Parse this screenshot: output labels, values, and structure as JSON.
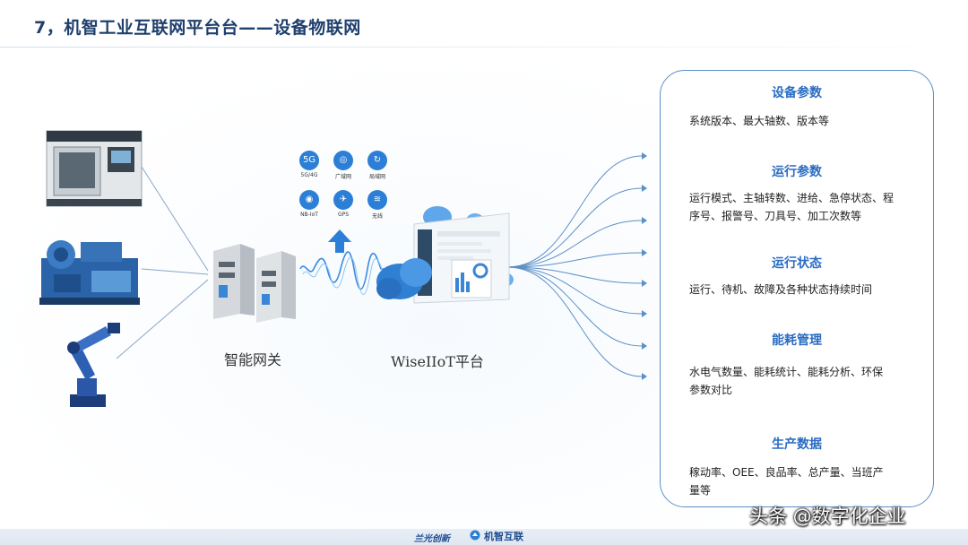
{
  "slide": {
    "title": "7，机智工业互联网平台台——设备物联网"
  },
  "diagram": {
    "gateway_label": "智能网关",
    "platform_label": "WiseIIoT平台",
    "network_options": [
      {
        "label": "5G/4G",
        "icon": "cellular-icon",
        "glyph": "5G"
      },
      {
        "label": "广域网",
        "icon": "globe-icon",
        "glyph": "◎"
      },
      {
        "label": "局域网",
        "icon": "lan-icon",
        "glyph": "↻"
      },
      {
        "label": "NB-IoT",
        "icon": "nbiot-icon",
        "glyph": "◉"
      },
      {
        "label": "GPS",
        "icon": "satellite-icon",
        "glyph": "✈"
      },
      {
        "label": "无线",
        "icon": "wifi-icon",
        "glyph": "≋"
      }
    ],
    "machines": [
      "cnc-machine",
      "compressor",
      "industrial-robot"
    ]
  },
  "panel": {
    "sections": [
      {
        "title": "设备参数",
        "text": [
          "系统版本、最大轴数、版本等"
        ]
      },
      {
        "title": "运行参数",
        "text": [
          "运行模式、主轴转数、进给、急停状态、程",
          "序号、报警号、刀具号、加工次数等"
        ]
      },
      {
        "title": "运行状态",
        "text": [
          "运行、待机、故障及各种状态持续时间"
        ]
      },
      {
        "title": "能耗管理",
        "text": [
          "水电气数量、能耗统计、能耗分析、环保",
          "参数对比"
        ]
      },
      {
        "title": "生产数据",
        "text": [
          "稼动率、OEE、良品率、总产量、当班产",
          "量等"
        ]
      }
    ]
  },
  "footer": {
    "logo_a": "兰光创新",
    "logo_b": "机智互联"
  },
  "watermark": "头条 @数字化企业",
  "colors": {
    "title": "#1f3f6d",
    "accent": "#2a6cc2",
    "panel_border": "#5b8fc7",
    "network_blue": "#2c7fd6"
  }
}
